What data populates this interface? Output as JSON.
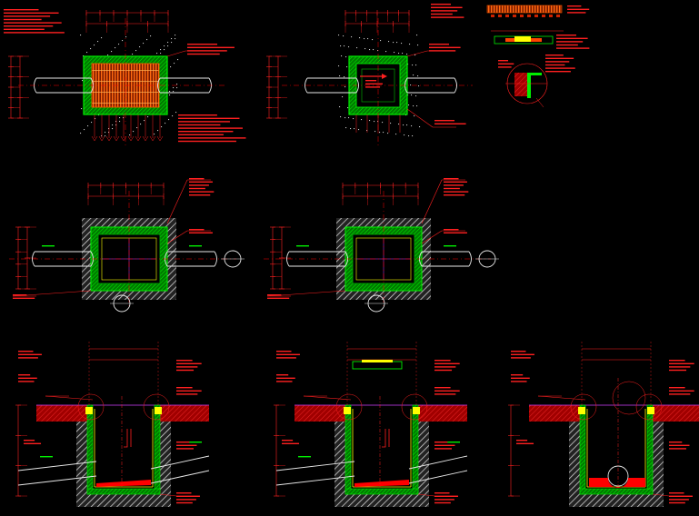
{
  "drawing": {
    "background": "#000000",
    "colors": {
      "dim": "#ff2020",
      "wall": "#00ee00",
      "wall_dark": "#00a000",
      "grating": "#ff5a00",
      "pipe": "#e8e8e8",
      "ground": "#b00000",
      "soil": "#c8c8c8",
      "liner": "#ffff00",
      "water": "#ff0000",
      "axis": "#ff0000",
      "purple": "#d040ff"
    },
    "views": [
      {
        "id": "plan-grated-pit",
        "kind": "plan-grating"
      },
      {
        "id": "plan-covered-pit",
        "kind": "plan-cover"
      },
      {
        "id": "grating-detail",
        "kind": "detail"
      },
      {
        "id": "structure-plan-left",
        "kind": "plan-structure"
      },
      {
        "id": "structure-plan-right",
        "kind": "plan-structure"
      },
      {
        "id": "section-left",
        "kind": "section-side-pipe"
      },
      {
        "id": "section-middle",
        "kind": "section-side-pipe"
      },
      {
        "id": "section-right",
        "kind": "section-end-pipe"
      }
    ]
  }
}
